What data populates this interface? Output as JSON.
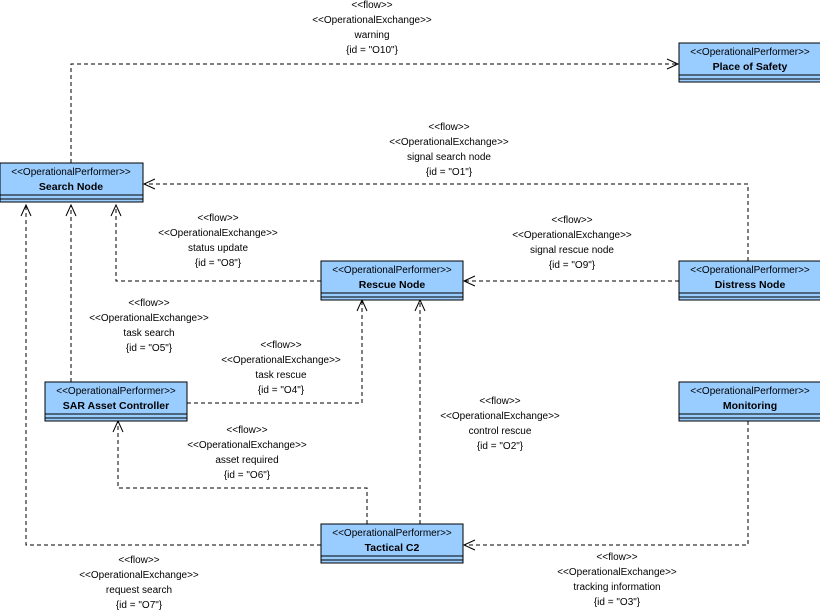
{
  "nodes": {
    "place_of_safety": {
      "stereotype": "<<OperationalPerformer>>",
      "name": "Place of Safety"
    },
    "search_node": {
      "stereotype": "<<OperationalPerformer>>",
      "name": "Search Node"
    },
    "rescue_node": {
      "stereotype": "<<OperationalPerformer>>",
      "name": "Rescue Node"
    },
    "distress_node": {
      "stereotype": "<<OperationalPerformer>>",
      "name": "Distress Node"
    },
    "sar_asset_controller": {
      "stereotype": "<<OperationalPerformer>>",
      "name": "SAR Asset Controller"
    },
    "monitoring": {
      "stereotype": "<<OperationalPerformer>>",
      "name": "Monitoring"
    },
    "tactical_c2": {
      "stereotype": "<<OperationalPerformer>>",
      "name": "Tactical C2"
    }
  },
  "flows": {
    "o10": {
      "stereotype1": "<<flow>>",
      "stereotype2": "<<OperationalExchange>>",
      "name": "warning",
      "id": "{id = \"O10\"}"
    },
    "o1": {
      "stereotype1": "<<flow>>",
      "stereotype2": "<<OperationalExchange>>",
      "name": "signal search node",
      "id": "{id = \"O1\"}"
    },
    "o8": {
      "stereotype1": "<<flow>>",
      "stereotype2": "<<OperationalExchange>>",
      "name": "status update",
      "id": "{id = \"O8\"}"
    },
    "o9": {
      "stereotype1": "<<flow>>",
      "stereotype2": "<<OperationalExchange>>",
      "name": "signal rescue node",
      "id": "{id = \"O9\"}"
    },
    "o5": {
      "stereotype1": "<<flow>>",
      "stereotype2": "<<OperationalExchange>>",
      "name": "task search",
      "id": "{id = \"O5\"}"
    },
    "o4": {
      "stereotype1": "<<flow>>",
      "stereotype2": "<<OperationalExchange>>",
      "name": "task rescue",
      "id": "{id = \"O4\"}"
    },
    "o2": {
      "stereotype1": "<<flow>>",
      "stereotype2": "<<OperationalExchange>>",
      "name": "control rescue",
      "id": "{id = \"O2\"}"
    },
    "o6": {
      "stereotype1": "<<flow>>",
      "stereotype2": "<<OperationalExchange>>",
      "name": "asset required",
      "id": "{id = \"O6\"}"
    },
    "o7": {
      "stereotype1": "<<flow>>",
      "stereotype2": "<<OperationalExchange>>",
      "name": "request search",
      "id": "{id = \"O7\"}"
    },
    "o3": {
      "stereotype1": "<<flow>>",
      "stereotype2": "<<OperationalExchange>>",
      "name": "tracking information",
      "id": "{id = \"O3\"}"
    }
  }
}
